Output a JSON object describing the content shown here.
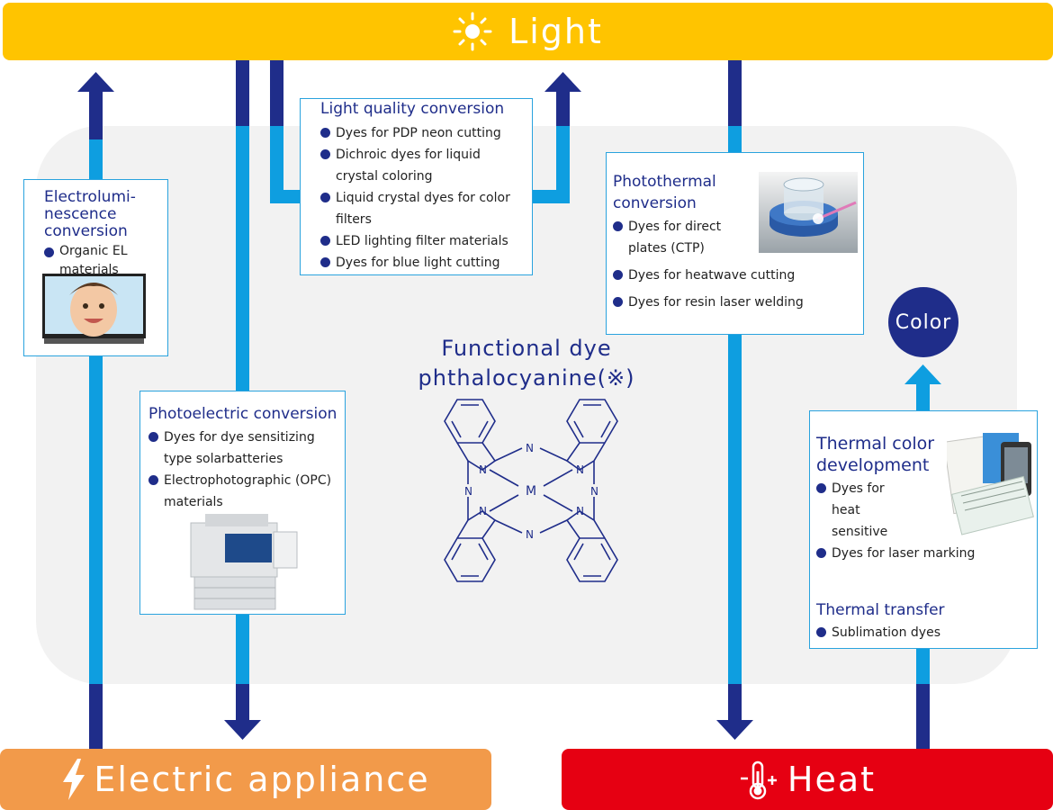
{
  "light_bar": {
    "label": "Light",
    "color": "#ffc400"
  },
  "electric_bar": {
    "label": "Electric appliance",
    "color": "#f29a4a"
  },
  "heat_bar": {
    "label": "Heat",
    "color": "#e60012"
  },
  "color_node": {
    "label": "Color"
  },
  "center": {
    "title_line1": "Functional dye",
    "title_line2": "phthalocyanine(※)",
    "metal_label": "M",
    "nitrogen_label": "N"
  },
  "panels": {
    "electroluminescence": {
      "title_lines": [
        "Electrolumi-",
        "nescence",
        "conversion"
      ],
      "items": [
        "Organic EL materials"
      ]
    },
    "light_quality": {
      "title": "Light quality conversion",
      "items": [
        "Dyes for PDP neon cutting",
        "Dichroic dyes for liquid crystal coloring",
        "Liquid crystal dyes for color filters",
        "LED lighting filter materials",
        "Dyes for blue light cutting"
      ]
    },
    "photothermal": {
      "title_lines": [
        "Photothermal",
        "conversion"
      ],
      "items": [
        "Dyes for direct plates (CTP)",
        "Dyes for heatwave cutting",
        "Dyes for resin laser welding"
      ]
    },
    "photoelectric": {
      "title": "Photoelectric conversion",
      "items": [
        "Dyes for dye sensitizing type solarbatteries",
        "Electrophotographic (OPC) materials"
      ]
    },
    "thermal_color": {
      "title_lines": [
        "Thermal color",
        "development"
      ],
      "items": [
        "Dyes for heat sensitive",
        "Dyes for laser marking"
      ],
      "subtitle": "Thermal transfer",
      "sub_items": [
        "Sublimation dyes"
      ]
    }
  },
  "colors": {
    "dark_blue": "#1f2d8a",
    "cyan": "#0e9ee0",
    "panel_border": "#2aa3de",
    "bg_region": "#f2f2f2"
  }
}
